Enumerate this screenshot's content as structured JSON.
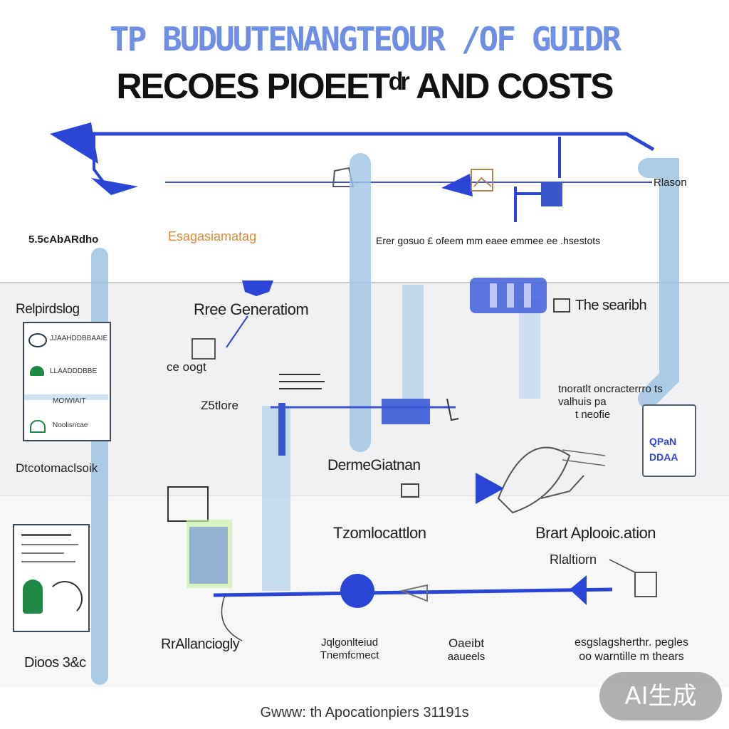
{
  "header": {
    "title_line1": "TP BUDUUTENANGTEOUR /OF GUIDR",
    "title_line2": "RECOES PIOEETᵈʳ  AND COSTS"
  },
  "nodes": {
    "top_right_label": "Rlason",
    "left_top_label": "5.5cAbARdho",
    "orange_label": "Esagasiamatag",
    "center_top_label": "Erer gosuo £ ofeem mm eaee emmee ee .hsestots",
    "left_section_label": "Relpirdslog",
    "generation_label": "Rree Generatiom",
    "search_label": "The  searibh",
    "small_label_1": "ce oogt",
    "store_label": "Z5tlore",
    "right_note_line1": "tnoratlt oncracterrro ts",
    "right_note_line2": "valhuis pa",
    "right_note_line3": "t neofie",
    "left_mid_label": "Dtcotomaclsoik",
    "center_mid_label": "DermeGiatnan",
    "center_low_label": "Tzomlocattlon",
    "right_low_label": "Brart Aplooic.ation",
    "right_sub_label": "Rlaltiorn",
    "bottom_label_1": "RrAllanciogly",
    "bottom_label_2_line1": "Jqlgonlteiud",
    "bottom_label_2_line2": "Tnemfcmect",
    "bottom_label_3_line1": "Oaeibt",
    "bottom_label_3_line2": "aaueels",
    "bottom_label_4_line1": "esgslagsherthr. pegles",
    "bottom_label_4_line2": "oo warntille m thears",
    "bottom_left_label": "Dioos 3&c"
  },
  "cards": {
    "left_card_rows": [
      "JJAAHDDBBAAIE",
      "LLAADDDBBE",
      "MOIWIAIT",
      "Noolisncae"
    ],
    "jar_text_1": "QPaN",
    "jar_text_2": "DDAA"
  },
  "footer": {
    "caption": "Gwww: th Apocationpiers 31191s"
  },
  "badge": {
    "label": "AI生成"
  },
  "colors": {
    "primary_blue": "#2b46d6",
    "pipe_blue": "#9ec3e2",
    "title_blue": "#6f8fe6",
    "accent_green": "#1f8a45",
    "accent_orange": "#d88a3a"
  }
}
